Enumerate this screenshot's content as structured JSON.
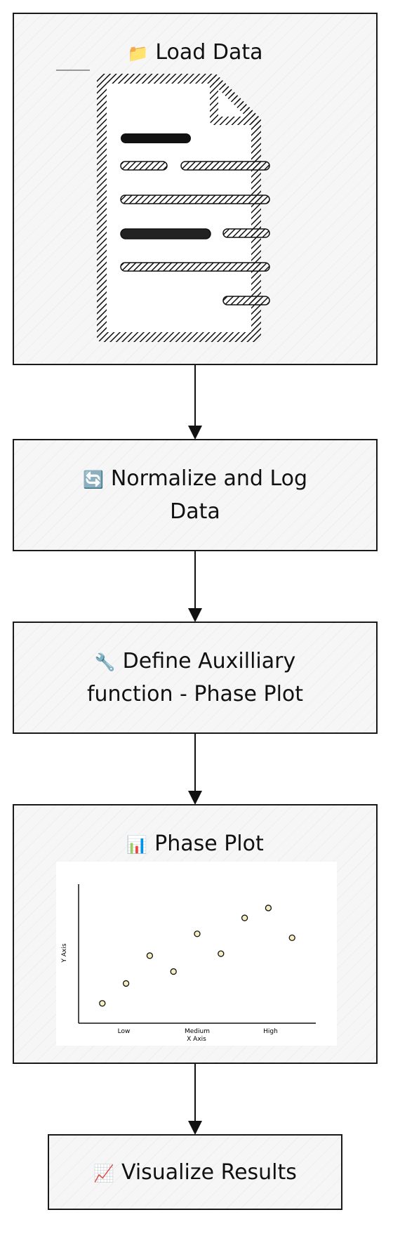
{
  "nodes": {
    "load": {
      "icon": "📁",
      "label": "Load Data"
    },
    "normalize": {
      "icon": "🔄",
      "label": "Normalize and Log Data"
    },
    "aux": {
      "icon": "🔧",
      "label": "Define Auxilliary function - Phase Plot"
    },
    "phase": {
      "icon": "📊",
      "label": "Phase Plot"
    },
    "visualize": {
      "icon": "📈",
      "label": "Visualize Results"
    }
  },
  "chart_data": {
    "type": "scatter",
    "xlabel": "X Axis",
    "ylabel": "Y Axis",
    "x_ticks": [
      "Low",
      "Medium",
      "High"
    ],
    "x": [
      0,
      1,
      2,
      3,
      4,
      5,
      6,
      7,
      8
    ],
    "y": [
      1.0,
      2.0,
      3.4,
      2.6,
      4.5,
      3.5,
      5.3,
      5.8,
      4.3
    ],
    "xlim": [
      -1,
      9
    ],
    "ylim": [
      0,
      7
    ],
    "point_color": "#f6eec0"
  }
}
